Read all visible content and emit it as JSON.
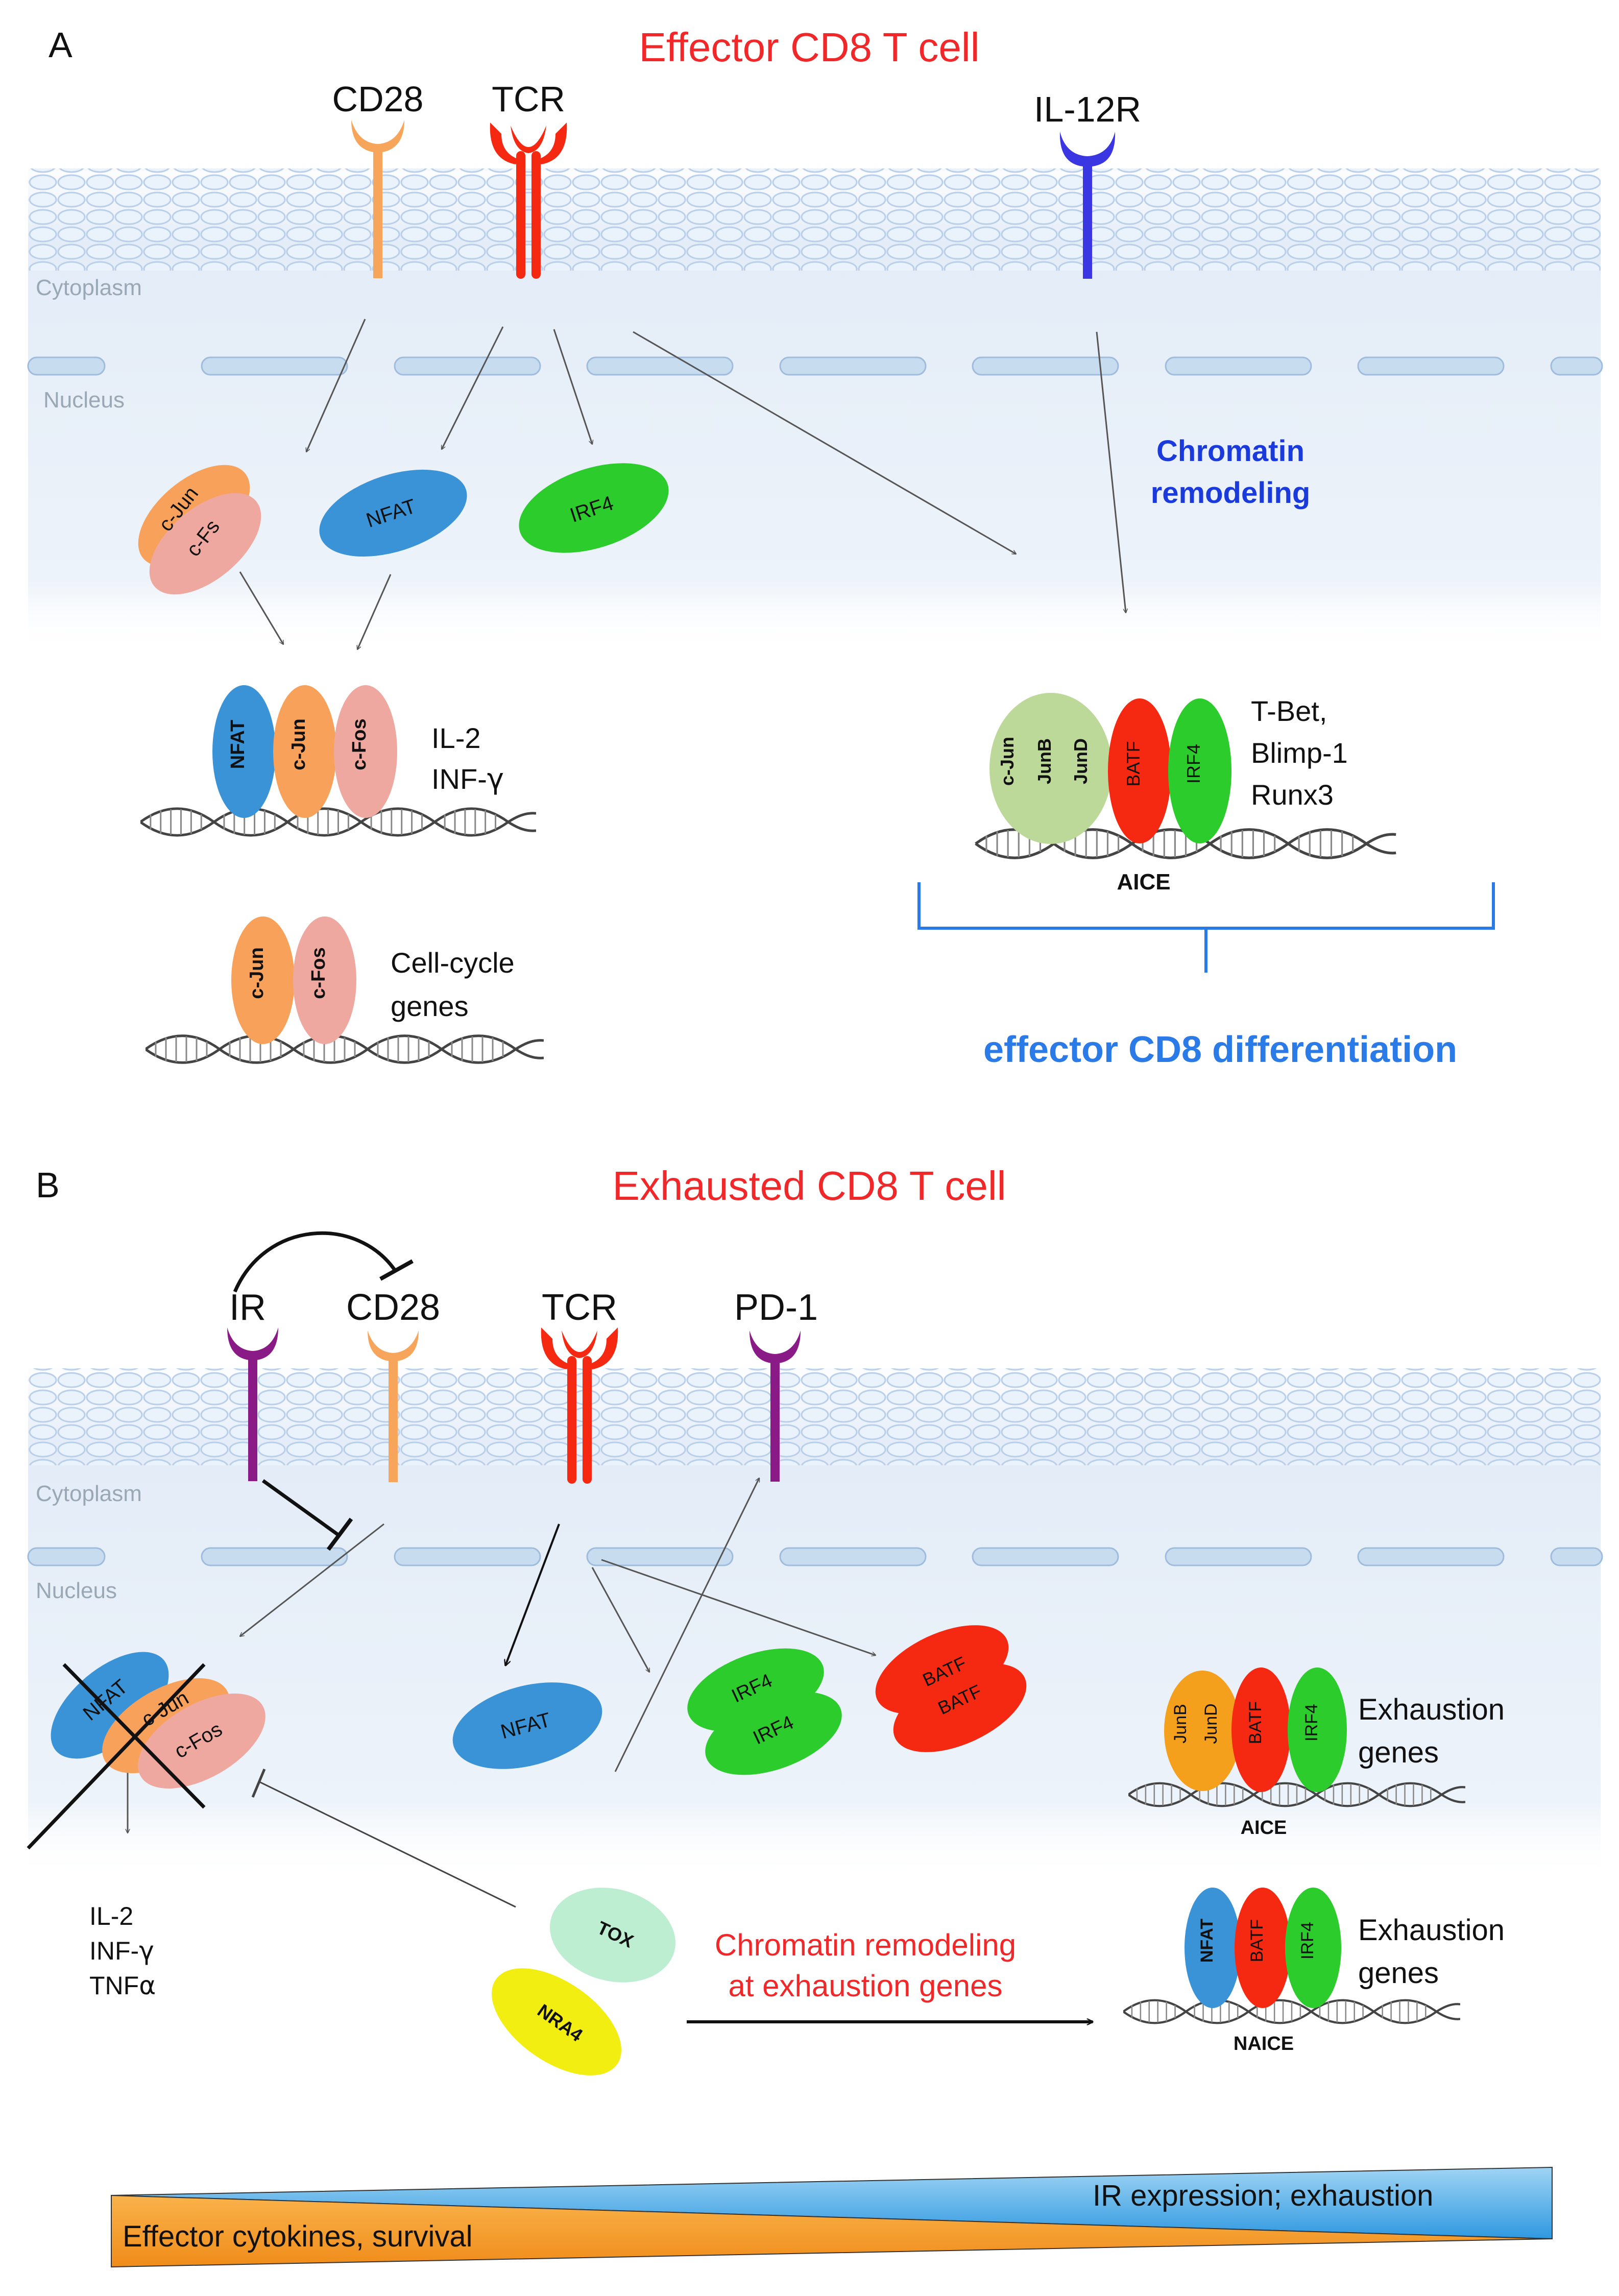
{
  "panel_a": {
    "letter": "A",
    "title": "Effector CD8 T cell",
    "receptors": {
      "cd28": "CD28",
      "tcr": "TCR",
      "il12r": "IL-12R"
    },
    "compartments": {
      "cytoplasm": "Cytoplasm",
      "nucleus": "Nucleus"
    },
    "chromatin_label_1": "Chromatin",
    "chromatin_label_2": "remodeling",
    "factors": {
      "cjun": "c-Jun",
      "cfs": "c-Fs",
      "nfat": "NFAT",
      "irf4": "IRF4"
    },
    "complex1": {
      "nfat": "NFAT",
      "cjun": "c-Jun",
      "cfos": "c-Fos",
      "targets_1": "IL-2",
      "targets_2_prefix": "INF-",
      "targets_2_symbol": "γ"
    },
    "complex2": {
      "cjun": "c-Jun",
      "cfos": "c-Fos",
      "targets_1": "Cell-cycle",
      "targets_2": "genes"
    },
    "aice": {
      "jun_1": "c-Jun",
      "jun_2": "JunB",
      "jun_3": "JunD",
      "batf": "BATF",
      "irf4": "IRF4",
      "label": "AICE",
      "targets_1": "T-Bet,",
      "targets_2": "Blimp-1",
      "targets_3": "Runx3"
    },
    "outcome": "effector CD8 differentiation"
  },
  "panel_b": {
    "letter": "B",
    "title": "Exhausted CD8 T cell",
    "receptors": {
      "ir": "IR",
      "cd28": "CD28",
      "tcr": "TCR",
      "pd1": "PD-1"
    },
    "compartments": {
      "cytoplasm": "Cytoplasm",
      "nucleus": "Nucleus"
    },
    "blocked_complex": {
      "nfat": "NFAT",
      "cjun": "c-Jun",
      "cfos": "c-Fos"
    },
    "cytokines": {
      "line_1": "IL-2",
      "line_2_prefix": "INF-",
      "line_2_symbol": "γ",
      "line_3_prefix": "TNF",
      "line_3_symbol": "α"
    },
    "factors": {
      "nfat": "NFAT",
      "irf4_1": "IRF4",
      "irf4_2": "IRF4",
      "batf_1": "BATF",
      "batf_2": "BATF",
      "tox": "TOX",
      "nra4": "NRA4"
    },
    "remodeling_1": "Chromatin remodeling",
    "remodeling_2": "at exhaustion genes",
    "aice": {
      "junb": "JunB",
      "jund": "JunD",
      "batf": "BATF",
      "irf4": "IRF4",
      "label": "AICE",
      "targets_1": "Exhaustion",
      "targets_2": "genes"
    },
    "naice": {
      "nfat": "NFAT",
      "batf": "BATF",
      "irf4": "IRF4",
      "label": "NAICE",
      "targets_1": "Exhaustion",
      "targets_2": "genes"
    }
  },
  "gradient": {
    "left_label": "Effector cytokines, survival",
    "right_label": "IR expression; exhaustion"
  },
  "colors": {
    "title_red": "#f0282a",
    "blue_text": "#1a3adc",
    "bracket_blue": "#2a7ae8",
    "orange": "#f7a15a",
    "pink": "#eea8a0",
    "blue": "#3a93d6",
    "green": "#2ccc2c",
    "red": "#f52812",
    "pale_green": "#bcd99a",
    "mint": "#bdeed2",
    "yellow": "#f2ee12",
    "purple": "#8a1a86",
    "il12r_blue": "#3a36e2"
  }
}
